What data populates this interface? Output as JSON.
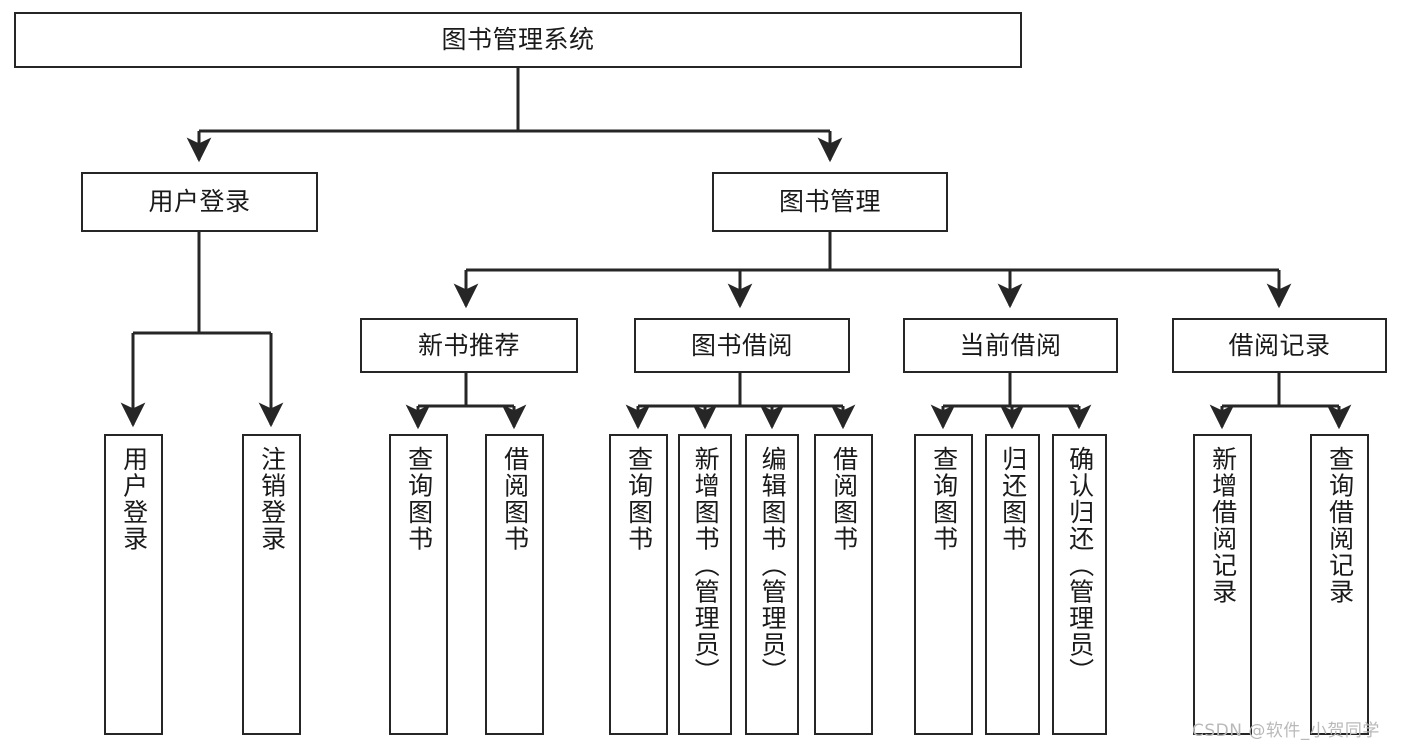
{
  "diagram": {
    "title": "图书管理系统",
    "type": "hierarchy-tree",
    "colors": {
      "background": "#ffffff",
      "stroke": "#262626",
      "text": "#1a1a1a",
      "watermark": "#b9b9b9"
    },
    "root": {
      "label": "图书管理系统"
    },
    "level2": [
      {
        "label": "用户登录"
      },
      {
        "label": "图书管理"
      }
    ],
    "level3": [
      {
        "label": "新书推荐"
      },
      {
        "label": "图书借阅"
      },
      {
        "label": "当前借阅"
      },
      {
        "label": "借阅记录"
      }
    ],
    "leaves": {
      "user_login": [
        {
          "label": "用户登录"
        },
        {
          "label": "注销登录"
        }
      ],
      "new_book": [
        {
          "label": "查询图书"
        },
        {
          "label": "借阅图书"
        }
      ],
      "book_borrow": [
        {
          "label": "查询图书"
        },
        {
          "label": "新增图书（管理员）"
        },
        {
          "label": "编辑图书（管理员）"
        },
        {
          "label": "借阅图书"
        }
      ],
      "current_borrow": [
        {
          "label": "查询图书"
        },
        {
          "label": "归还图书"
        },
        {
          "label": "确认归还（管理员）"
        }
      ],
      "borrow_record": [
        {
          "label": "新增借阅记录"
        },
        {
          "label": "查询借阅记录"
        }
      ]
    }
  },
  "watermark": {
    "text": "CSDN @软件_小贺同学"
  }
}
